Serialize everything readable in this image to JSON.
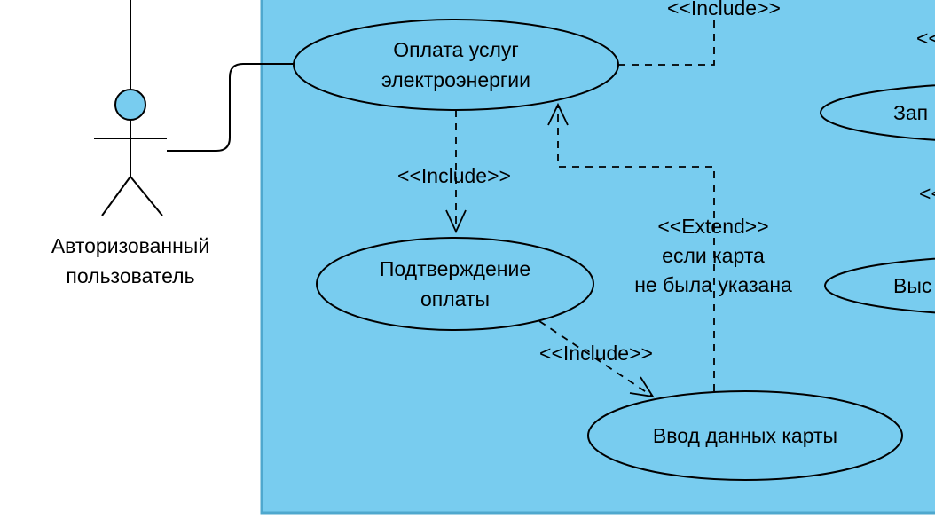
{
  "diagram": {
    "colors": {
      "node_fill": "#78CCEF",
      "boundary_fill": "#78CCEF",
      "boundary_border": "#4FA8CE",
      "line": "#000000"
    },
    "actor": {
      "name_lines": [
        "Авторизованный",
        "пользователь"
      ]
    },
    "nodes": {
      "pay_electricity": {
        "lines": [
          "Оплата услуг",
          "электроэнергии"
        ]
      },
      "confirm_payment": {
        "lines": [
          "Подтверждение",
          "оплаты"
        ]
      },
      "enter_card": {
        "lines": [
          "Ввод данных карты"
        ]
      },
      "clipped_top_right": {
        "lines": [
          "Зап"
        ]
      },
      "clipped_mid_right": {
        "lines": [
          "Выс"
        ]
      }
    },
    "edge_labels": {
      "include_top": "<<Include>>",
      "include_confirm": "<<Include>>",
      "include_card": "<<Include>>",
      "extend_lines": [
        "<<Extend>>",
        "если карта",
        "не была указана"
      ],
      "clipped_fragment_top_right": "<<",
      "clipped_fragment_mid_right": "<<"
    }
  }
}
